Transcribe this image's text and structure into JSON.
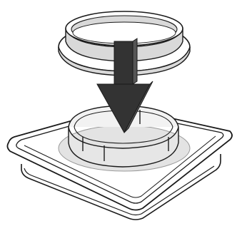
{
  "illustration": {
    "parts": [
      {
        "id": "base-tray",
        "icon": "square-tray-icon"
      },
      {
        "id": "socket-ring",
        "icon": "ring-socket-icon"
      },
      {
        "id": "flange-ring",
        "icon": "flanged-ring-icon"
      },
      {
        "id": "insert-arrow",
        "icon": "down-arrow-icon",
        "direction": "down"
      }
    ]
  },
  "colors": {
    "stroke": "#1a1a1a",
    "ring_fill": "#d9d9d9",
    "ring_highlight": "#f2f2f2",
    "ghost_fill": "#e3e3e3",
    "arrow_fill": "#333333",
    "background": "#ffffff"
  }
}
